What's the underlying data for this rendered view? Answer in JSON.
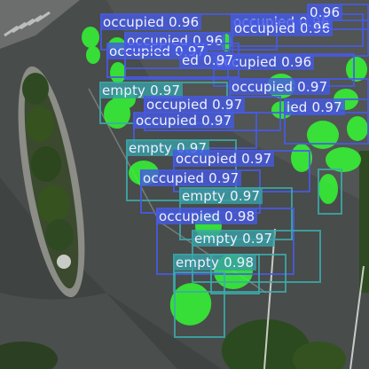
{
  "detections": [
    {
      "label": "occupied 0.96",
      "class": "occupied"
    },
    {
      "label": "occupied 0.96",
      "class": "occupied"
    },
    {
      "label": "occupied 0.96",
      "class": "occupied"
    },
    {
      "label": "occupied 0.96",
      "class": "occupied"
    },
    {
      "label": "occupied 0.97",
      "class": "occupied"
    },
    {
      "label": "occupied 0.96",
      "class": "occupied"
    },
    {
      "label": "empty 0.97",
      "class": "empty"
    },
    {
      "label": "occupied 0.97",
      "class": "occupied"
    },
    {
      "label": "occupied 0.97",
      "class": "occupied"
    },
    {
      "label": "occupied 0.97",
      "class": "occupied"
    },
    {
      "label": "empty 0.97",
      "class": "empty"
    },
    {
      "label": "occupied 0.97",
      "class": "occupied"
    },
    {
      "label": "occupied 0.97",
      "class": "occupied"
    },
    {
      "label": "empty 0.97",
      "class": "empty"
    },
    {
      "label": "occupied 0.98",
      "class": "occupied"
    },
    {
      "label": "empty 0.97",
      "class": "empty"
    },
    {
      "label": "empty 0.98",
      "class": "empty"
    },
    {
      "label": "ed 0.97",
      "class": "occupied"
    },
    {
      "label": "ied 0.97",
      "class": "occupied"
    },
    {
      "label": "0.96",
      "class": "occupied"
    }
  ],
  "colors": {
    "occupied_box": "#485ae6",
    "empty_box": "#3caaaa",
    "segmentation_mask": "#33ff33"
  }
}
